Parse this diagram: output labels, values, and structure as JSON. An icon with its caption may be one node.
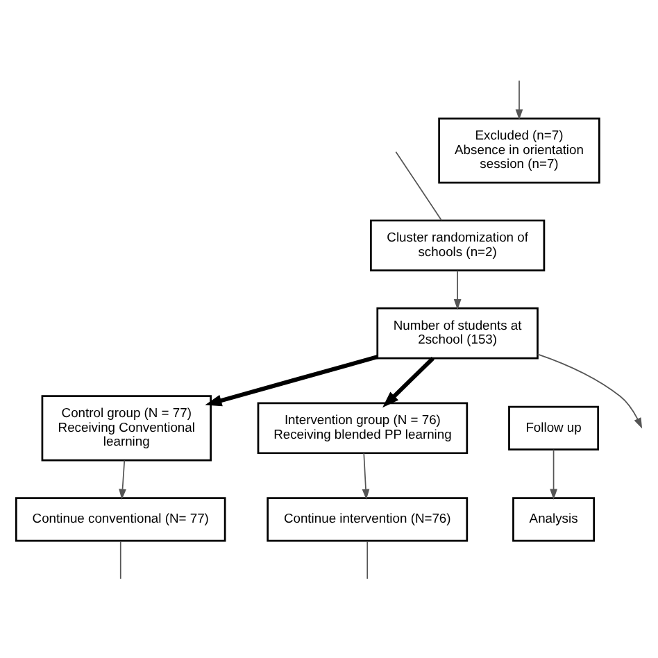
{
  "diagram": {
    "nodes": [
      {
        "text": [
          "Excluded (n=7)",
          "Absence in orientation session (n=7)"
        ]
      },
      {
        "text": [
          "Cluster randomization of schools (n=2)"
        ]
      },
      {
        "text": [
          "Number of students at 2school (153)"
        ]
      },
      {
        "text": [
          "Control group (N = 77) Receiving Conventional learning"
        ]
      },
      {
        "text": [
          "Intervention group (N = 76) Receiving blended PP learning"
        ]
      },
      {
        "text": [
          "Follow up"
        ]
      },
      {
        "text": [
          "Continue conventional (N= 77)"
        ]
      },
      {
        "text": [
          "Continue intervention (N=76)"
        ]
      },
      {
        "text": [
          "Analysis"
        ]
      }
    ],
    "edges": [
      {
        "from": null,
        "to": 1,
        "arrow": "none"
      },
      {
        "from": null,
        "to": 0,
        "arrow": "to"
      },
      {
        "from": 1,
        "to": 2,
        "arrow": "to"
      },
      {
        "from": 2,
        "to": 3,
        "arrow": "to",
        "style": "thick"
      },
      {
        "from": 2,
        "to": 4,
        "arrow": "to",
        "style": "thick"
      },
      {
        "from": 2,
        "to": null,
        "arrow": "to"
      },
      {
        "from": 3,
        "to": 6,
        "arrow": "to"
      },
      {
        "from": 4,
        "to": 7,
        "arrow": "to"
      },
      {
        "from": 5,
        "to": 8,
        "arrow": "to"
      },
      {
        "from": 6,
        "to": null,
        "arrow": "none"
      },
      {
        "from": 7,
        "to": null,
        "arrow": "none"
      }
    ]
  }
}
